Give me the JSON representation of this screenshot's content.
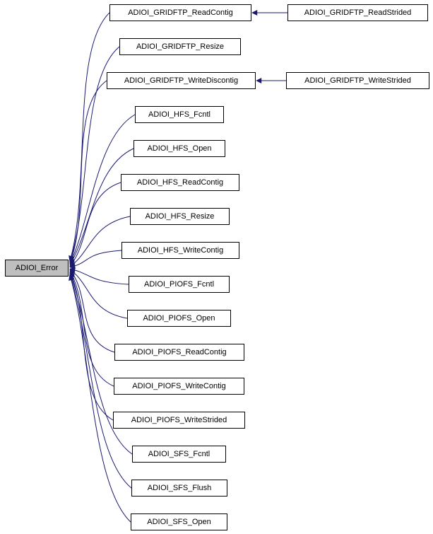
{
  "diagram": {
    "center_node": {
      "label": "ADIOI_Error"
    },
    "callers": [
      {
        "label": "ADIOI_GRIDFTP_ReadContig"
      },
      {
        "label": "ADIOI_GRIDFTP_Resize"
      },
      {
        "label": "ADIOI_GRIDFTP_WriteDiscontig"
      },
      {
        "label": "ADIOI_HFS_Fcntl"
      },
      {
        "label": "ADIOI_HFS_Open"
      },
      {
        "label": "ADIOI_HFS_ReadContig"
      },
      {
        "label": "ADIOI_HFS_Resize"
      },
      {
        "label": "ADIOI_HFS_WriteContig"
      },
      {
        "label": "ADIOI_PIOFS_Fcntl"
      },
      {
        "label": "ADIOI_PIOFS_Open"
      },
      {
        "label": "ADIOI_PIOFS_ReadContig"
      },
      {
        "label": "ADIOI_PIOFS_WriteContig"
      },
      {
        "label": "ADIOI_PIOFS_WriteStrided"
      },
      {
        "label": "ADIOI_SFS_Fcntl"
      },
      {
        "label": "ADIOI_SFS_Flush"
      },
      {
        "label": "ADIOI_SFS_Open"
      }
    ],
    "indirect_callers": [
      {
        "label": "ADIOI_GRIDFTP_ReadStrided",
        "calls": "ADIOI_GRIDFTP_ReadContig"
      },
      {
        "label": "ADIOI_GRIDFTP_WriteStrided",
        "calls": "ADIOI_GRIDFTP_WriteDiscontig"
      }
    ],
    "colors": {
      "edge": "#191970",
      "node_fill": "#ffffff",
      "node_border": "#000000",
      "center_node_fill": "#bfbfbf",
      "text": "#000000",
      "background": "#ffffff"
    }
  }
}
